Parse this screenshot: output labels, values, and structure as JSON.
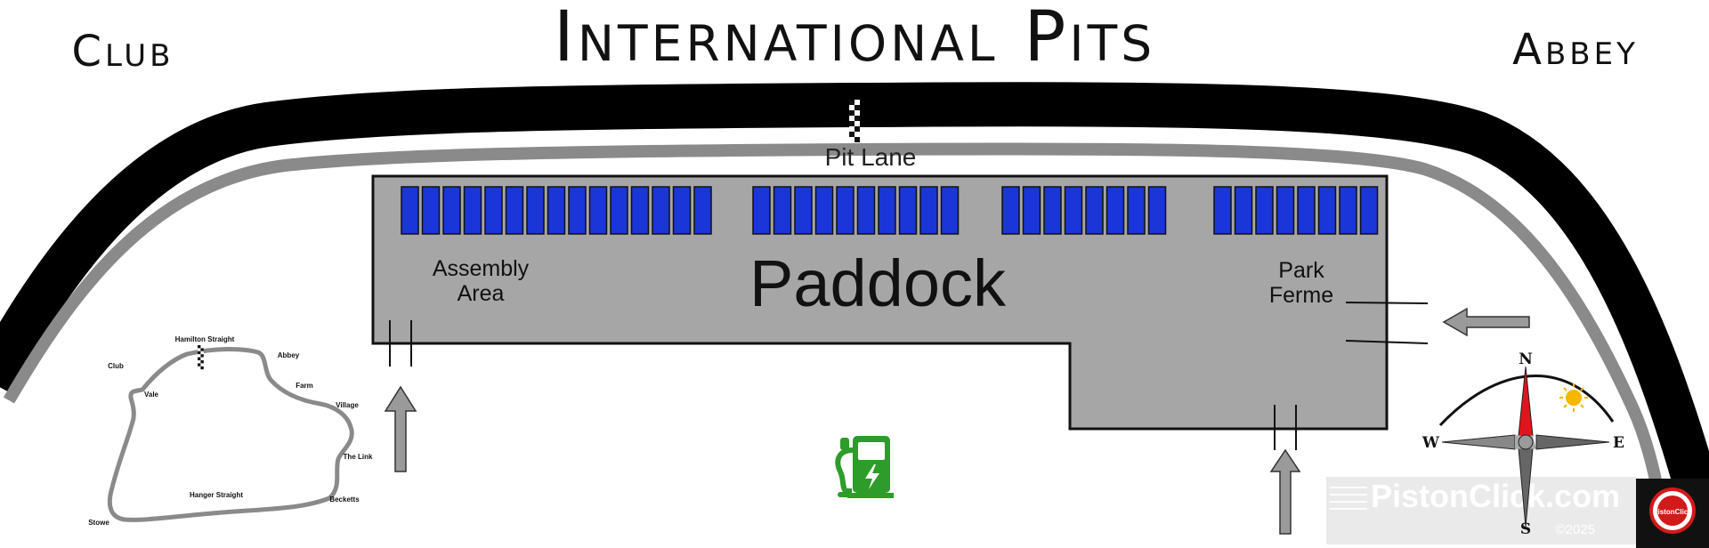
{
  "header": {
    "title": "International Pits",
    "left_corner": "Club",
    "right_corner": "Abbey"
  },
  "labels": {
    "pit_lane": "Pit Lane",
    "paddock": "Paddock",
    "assembly_line1": "Assembly",
    "assembly_line2": "Area",
    "park_line1": "Park",
    "park_line2": "Ferme"
  },
  "garages": {
    "groups": [
      15,
      10,
      8,
      8
    ],
    "color": "#1a36d8"
  },
  "circuit_map": {
    "start_finish": "Hamilton Straight",
    "corners": [
      "Club",
      "Abbey",
      "Vale",
      "Farm",
      "Village",
      "The Link",
      "Hanger Straight",
      "Becketts",
      "Stowe"
    ]
  },
  "compass": {
    "n": "N",
    "s": "S",
    "e": "E",
    "w": "W"
  },
  "watermark": {
    "text": "PistonClick.com",
    "year": "©2025",
    "logo_text": "PistonClick"
  },
  "icons": {
    "ev_charger": "ev-charging-icon",
    "sun": "sun-icon"
  },
  "colors": {
    "track": "#000000",
    "pit_lane": "#8a8a8a",
    "paddock": "#a6a6a6",
    "garage": "#1a36d8",
    "ev": "#2e9c2a",
    "compass_red": "#e0141c"
  }
}
